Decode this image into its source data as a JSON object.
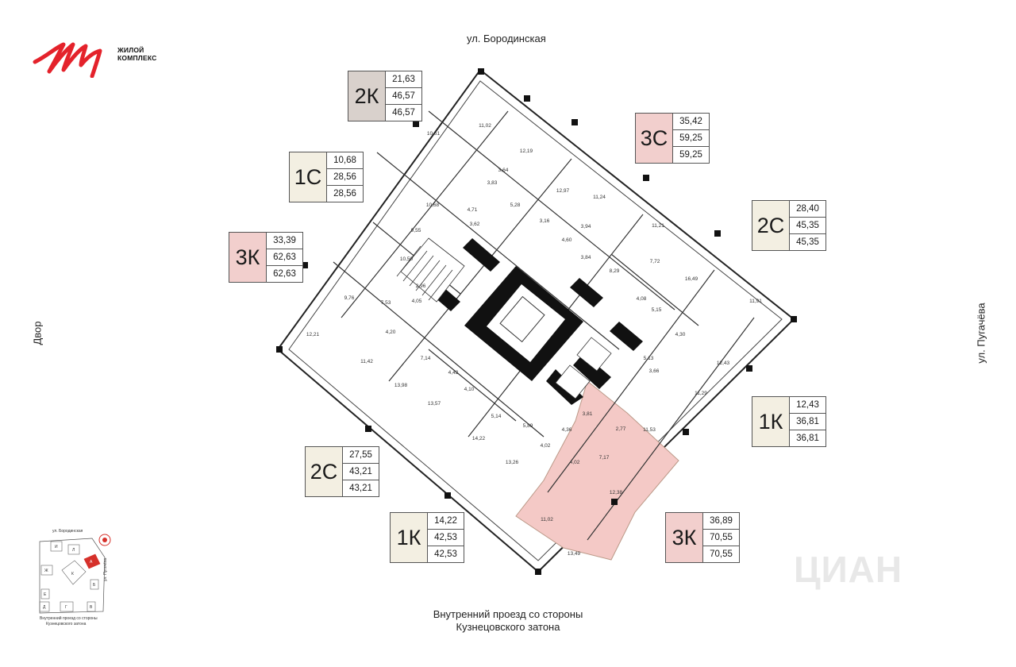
{
  "logo": {
    "script": "Мир",
    "line1": "ЖИЛОЙ",
    "line2": "КОМПЛЕКС",
    "color": "#e4222b"
  },
  "streets": {
    "top": "ул. Бородинская",
    "right": "ул. Пугачёва",
    "left": "Двор",
    "bottom_line1": "Внутренний проезд со стороны",
    "bottom_line2": "Кузнецовского затона"
  },
  "colors": {
    "beige": "#f3efe2",
    "pink": "#f2cfcd",
    "taupe": "#d9d1cc",
    "highlight": "#f4c9c6",
    "wall": "#111111"
  },
  "cards": [
    {
      "type": "2К",
      "living": "21,63",
      "total": "46,57",
      "total2": "46,57",
      "color": "taupe"
    },
    {
      "type": "3С",
      "living": "35,42",
      "total": "59,25",
      "total2": "59,25",
      "color": "pink"
    },
    {
      "type": "1С",
      "living": "10,68",
      "total": "28,56",
      "total2": "28,56",
      "color": "beige"
    },
    {
      "type": "2С",
      "living": "28,40",
      "total": "45,35",
      "total2": "45,35",
      "color": "beige"
    },
    {
      "type": "3К",
      "living": "33,39",
      "total": "62,63",
      "total2": "62,63",
      "color": "pink"
    },
    {
      "type": "1К",
      "living": "12,43",
      "total": "36,81",
      "total2": "36,81",
      "color": "beige"
    },
    {
      "type": "2С",
      "living": "27,55",
      "total": "43,21",
      "total2": "43,21",
      "color": "beige"
    },
    {
      "type": "1К",
      "living": "14,22",
      "total": "42,53",
      "total2": "42,53",
      "color": "beige"
    },
    {
      "type": "3К",
      "living": "36,89",
      "total": "70,55",
      "total2": "70,55",
      "color": "pink"
    }
  ],
  "rooms": [
    "11,02",
    "10,61",
    "12,19",
    "3,64",
    "3,83",
    "12,97",
    "11,24",
    "10,68",
    "4,71",
    "5,28",
    "3,16",
    "3,94",
    "11,21",
    "9,55",
    "3,62",
    "4,60",
    "3,84",
    "7,72",
    "10,50",
    "8,29",
    "16,49",
    "2,96",
    "9,76",
    "7,53",
    "4,05",
    "4,08",
    "11,91",
    "5,15",
    "12,21",
    "4,20",
    "4,30",
    "11,42",
    "7,14",
    "4,42",
    "5,13",
    "12,43",
    "3,66",
    "13,98",
    "4,10",
    "11,29",
    "13,57",
    "5,14",
    "3,81",
    "5,89",
    "4,36",
    "2,77",
    "14,22",
    "4,02",
    "11,53",
    "13,26",
    "4,02",
    "7,17",
    "12,38",
    "11,02",
    "13,49"
  ],
  "minimap": {
    "street_top": "ул. Бородинская",
    "street_right": "ул. Пугачёва",
    "caption_line1": "Внутренний проезд со стороны",
    "caption_line2": "Кузнецовского затона",
    "blocks": [
      "И",
      "Л",
      "Ж",
      "К",
      "А",
      "Б",
      "Е",
      "Д",
      "Г",
      "В"
    ],
    "active_block": "А"
  },
  "watermark": "ЦИАН"
}
